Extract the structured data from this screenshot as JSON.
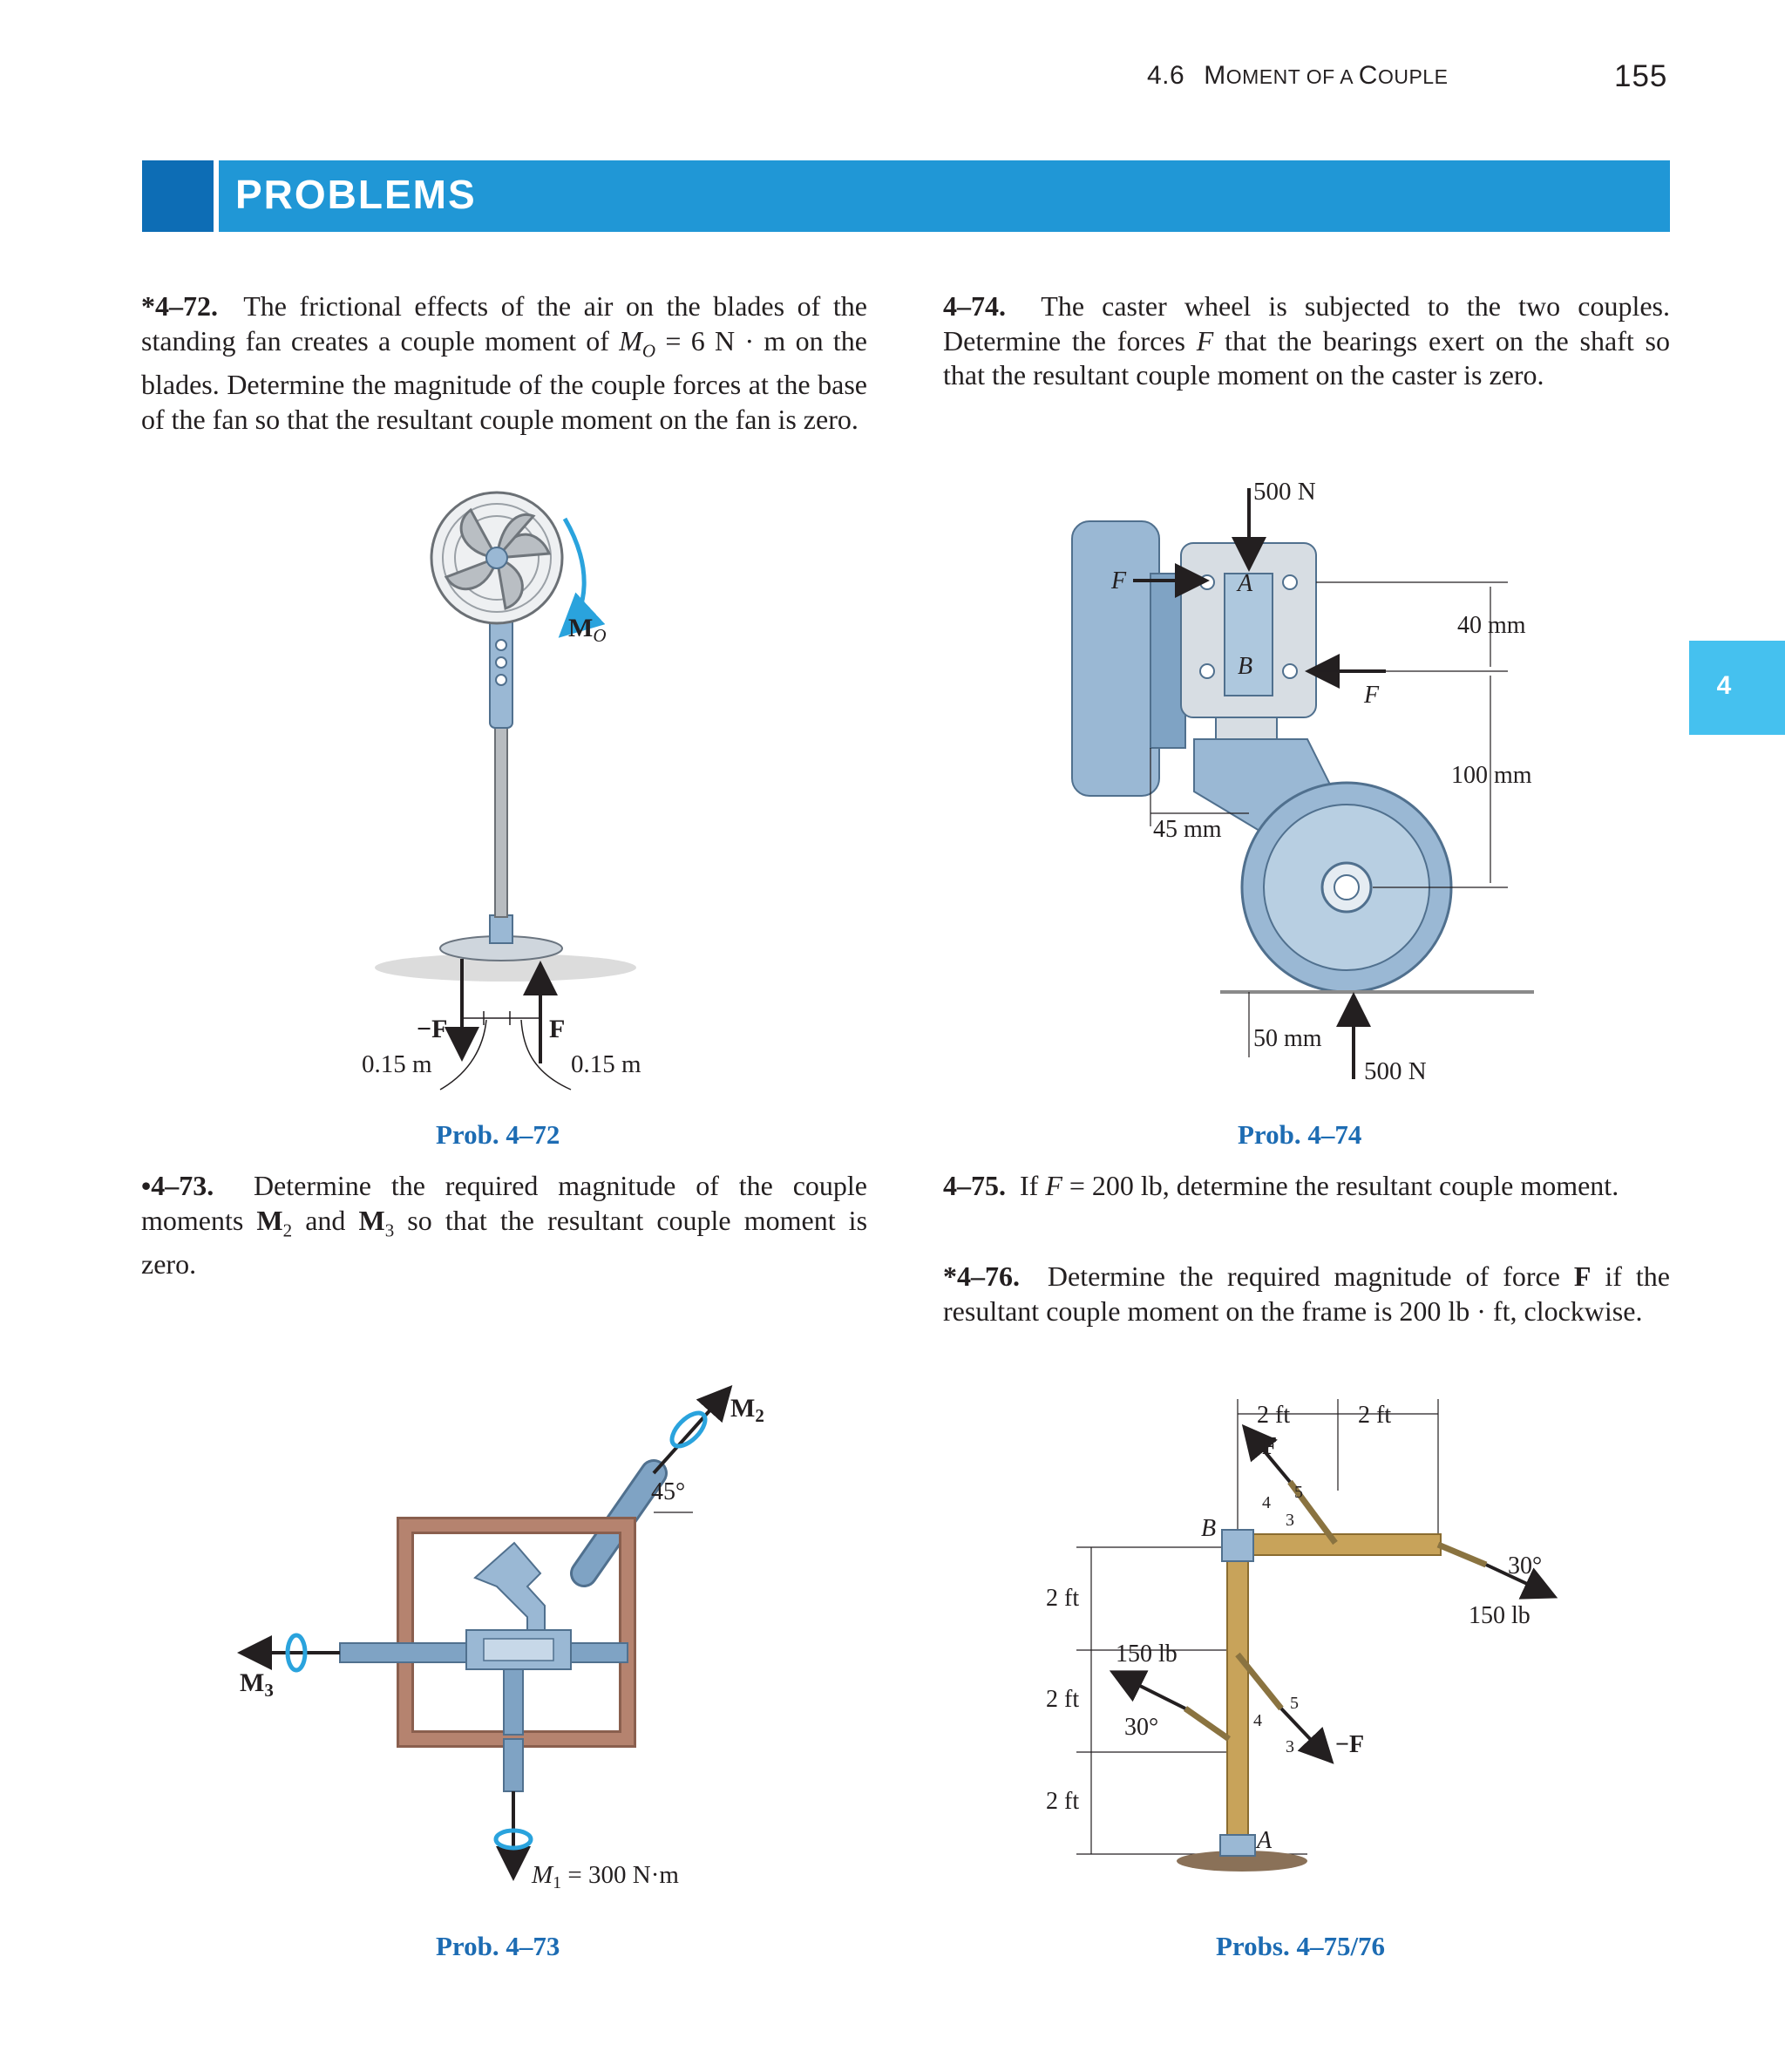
{
  "header": {
    "section_number": "4.6",
    "section_title_first": "M",
    "section_title_rest": "OMENT OF A ",
    "section_title_c": "C",
    "section_title_end": "OUPLE",
    "page_number": "155"
  },
  "banner": {
    "title": "PROBLEMS"
  },
  "chapter_tab": "4",
  "problems": {
    "p72": {
      "number": "*4–72.",
      "text": "The frictional effects of the air on the blades of the standing fan creates a couple moment of M_O = 6 N·m on the blades. Determine the magnitude of the couple forces at the base of the fan so that the resultant couple moment on the fan is zero.",
      "text_a": "The frictional effects of the air on the blades of the standing fan creates a couple moment of ",
      "math_M": "M",
      "math_sub": "O",
      "math_rest": " = 6 N · m on the blades. Determine the magnitude of the couple forces at  the base of the fan so that the resultant couple moment on the fan is zero.",
      "caption": "Prob. 4–72"
    },
    "p73": {
      "number": "•4–73.",
      "text_a": "Determine the required magnitude of the couple moments ",
      "m2": "M",
      "m2_sub": "2",
      "and": " and ",
      "m3": "M",
      "m3_sub": "3",
      "text_b": " so that the resultant couple moment is zero.",
      "caption": "Prob. 4–73"
    },
    "p74": {
      "number": "4–74.",
      "text_a": "The caster wheel is subjected to the two couples. Determine the forces ",
      "F": "F",
      "text_b": " that the bearings exert on the shaft so that the resultant couple moment on the caster is zero.",
      "caption": "Prob. 4–74"
    },
    "p75": {
      "number": "4–75.",
      "text_a": "If  ",
      "F": "F",
      "text_b": " = 200 lb,  determine  the  resultant  couple moment."
    },
    "p76": {
      "number": "*4–76.",
      "text_a": "Determine the required magnitude of force ",
      "F": "F",
      "text_b": " if the resultant couple moment on the frame is 200 lb · ft, clockwise.",
      "caption": "Probs. 4–75/76"
    }
  },
  "fig72": {
    "mo_M": "M",
    "mo_sub": "O",
    "neg_f": "−F",
    "f": "F",
    "dim_left": "0.15 m",
    "dim_right": "0.15 m"
  },
  "fig73": {
    "m2": "M",
    "m2_sub": "2",
    "m3": "M",
    "m3_sub": "3",
    "angle": "45°",
    "m1": "M",
    "m1_sub": "1",
    "m1_val": " = 300 N·m"
  },
  "fig74": {
    "top_force": "500 N",
    "bottom_force": "500 N",
    "f_left": "F",
    "f_right": "F",
    "a": "A",
    "b": "B",
    "dim_40": "40 mm",
    "dim_100": "100 mm",
    "dim_45": "45 mm",
    "dim_50": "50 mm"
  },
  "fig75": {
    "dim_2ft_a": "2 ft",
    "dim_2ft_b": "2 ft",
    "v_2ft_1": "2 ft",
    "v_2ft_2": "2 ft",
    "v_2ft_3": "2 ft",
    "f": "F",
    "neg_f": "−F",
    "b": "B",
    "a": "A",
    "force_150_left": "150 lb",
    "force_150_right": "150 lb",
    "angle_left": "30°",
    "angle_right": "30°",
    "tri_top_4": "4",
    "tri_top_5": "5",
    "tri_top_3": "3",
    "tri_bot_4": "4",
    "tri_bot_5": "5",
    "tri_bot_3": "3"
  },
  "colors": {
    "banner": "#2097d6",
    "banner_square": "#0d6db5",
    "chapter_tab": "#45c1ef",
    "caption": "#1d6cb3",
    "steel_blue": "#9ab8d4",
    "frame_brown": "#b5836f",
    "wood": "#c8a35a"
  }
}
